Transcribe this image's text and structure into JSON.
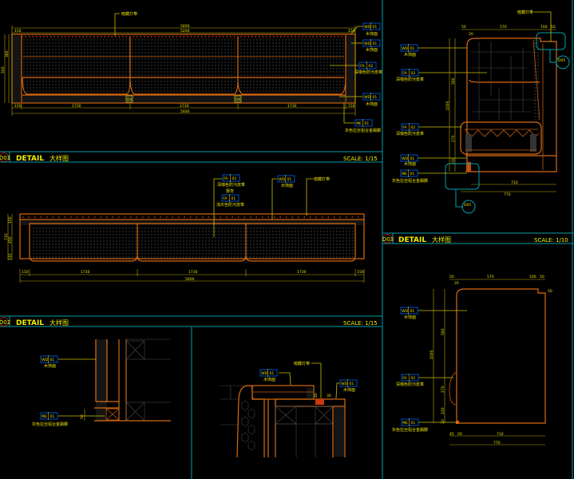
{
  "labels": {
    "led": "暗藏灯带",
    "wood": "木饰面",
    "dark_leather": "深咖色防污皮革",
    "light_leather": "浅灰色防污皮革",
    "back": "靠背",
    "kick": "灰色拉丝铝合金踢脚"
  },
  "codes": {
    "wd": "WD",
    "fa": "FA",
    "me": "ME",
    "n01": "01",
    "n02": "02"
  },
  "panels": [
    {
      "id": "D01",
      "title": "DETAIL",
      "subtitle": "大样图",
      "scale": "SCALE: 1/15"
    },
    {
      "id": "D02",
      "title": "DETAIL",
      "subtitle": "大样图",
      "scale": "SCALE: 1/15"
    },
    {
      "id": "D03",
      "title": "DETAIL",
      "subtitle": "大样图",
      "scale": "SCALE: 1/10"
    }
  ],
  "section_marks": {
    "d01_a": "D4",
    "d01_b": "D4",
    "d03_a": "D05",
    "d03_b": "D05"
  },
  "dims": {
    "d01": {
      "total": "5600",
      "inner": "5200",
      "side_l": "150",
      "side_r": "150",
      "seg1": "1730",
      "seg2": "1730",
      "seg3": "1730",
      "h_total": "500",
      "h_inner": "360",
      "base": "140"
    },
    "d02": {
      "h_total": "710",
      "h1": "150",
      "h2": "450",
      "h3": "110",
      "side_l": "150",
      "side_r": "150",
      "seg1": "1730",
      "seg2": "1730",
      "seg3": "1730"
    },
    "d03": {
      "top1": "50",
      "top2": "570",
      "top3": "100",
      "top4": "50",
      "top5": "20",
      "h_total": "1000",
      "h1": "560",
      "h2": "270",
      "h3": "150",
      "w1": "710",
      "w2": "770"
    },
    "d04": {
      "top1": "50",
      "top2": "570",
      "top3": "100",
      "top4": "50",
      "top5": "20",
      "side": "50",
      "h_total": "1000",
      "h1": "560",
      "h2": "270",
      "h3": "150",
      "h4": "20",
      "b1": "45",
      "b2": "20",
      "w1": "710",
      "w2": "770"
    },
    "d06": {
      "h": "50"
    },
    "d07": {
      "h1": "40",
      "h2": "30"
    }
  },
  "colors": {
    "line": "#d86a10",
    "dimension": "#b8a800",
    "text": "#e8e000",
    "frame": "#00a0a8",
    "tag": "#0050c0"
  }
}
